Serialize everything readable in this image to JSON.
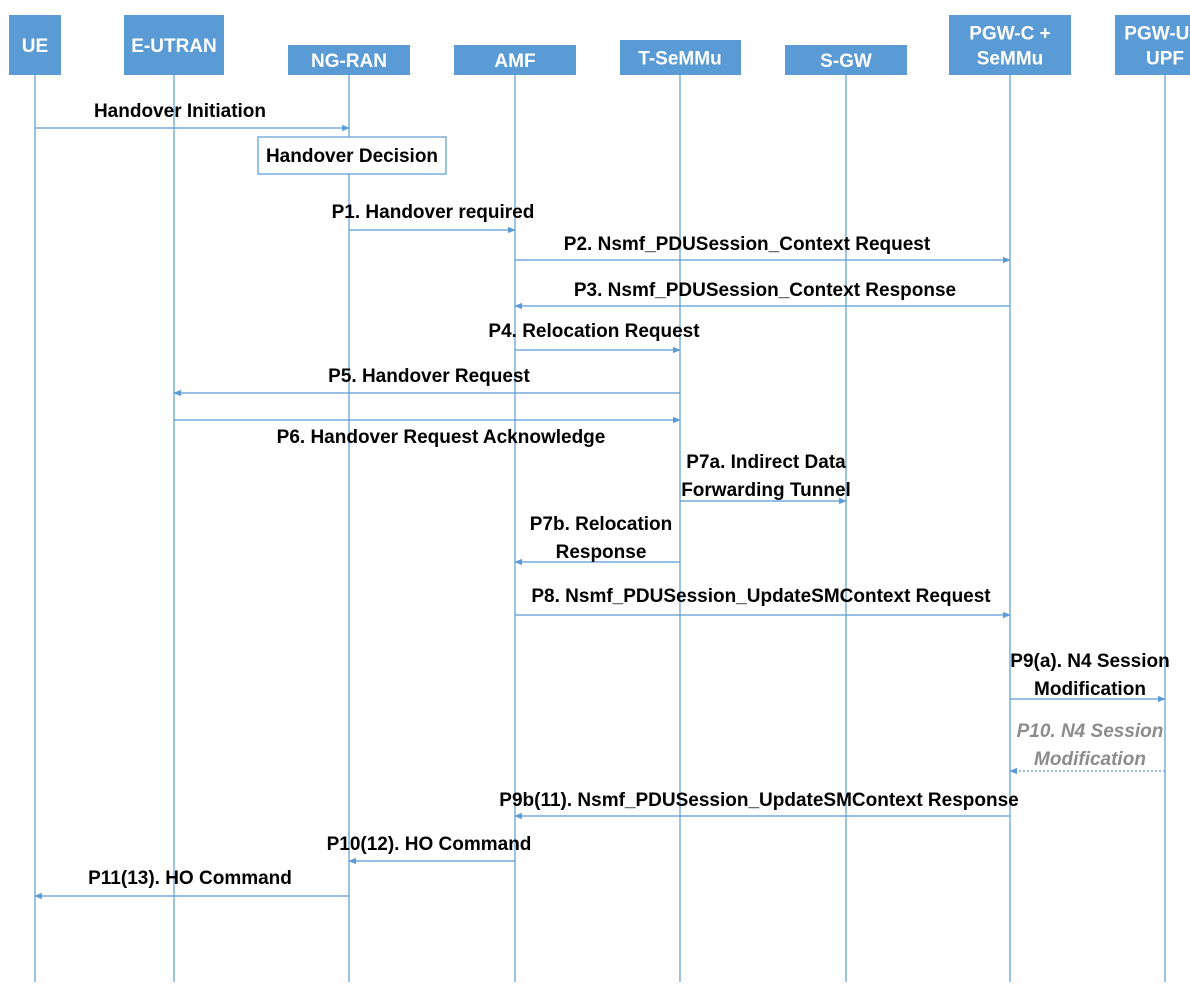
{
  "entities": [
    {
      "id": "ue",
      "lines": [
        "UE"
      ]
    },
    {
      "id": "eutran",
      "lines": [
        "E-UTRAN"
      ]
    },
    {
      "id": "ngran",
      "lines": [
        "NG-RAN"
      ]
    },
    {
      "id": "amf",
      "lines": [
        "AMF"
      ]
    },
    {
      "id": "tsemmu",
      "lines": [
        "T-SeMMu"
      ]
    },
    {
      "id": "sgw",
      "lines": [
        "S-GW"
      ]
    },
    {
      "id": "pgwc",
      "lines": [
        "PGW-C +",
        "SeMMu"
      ]
    },
    {
      "id": "pgwu",
      "lines": [
        "PGW-U +",
        "UPF"
      ]
    }
  ],
  "note": {
    "text": "Handover Decision"
  },
  "messages": [
    {
      "id": "handover-initiation",
      "from": "ue",
      "to": "ngran",
      "lines": [
        "Handover Initiation"
      ]
    },
    {
      "id": "p1",
      "from": "ngran",
      "to": "amf",
      "lines": [
        "P1. Handover required"
      ]
    },
    {
      "id": "p2",
      "from": "amf",
      "to": "pgwc",
      "lines": [
        "P2. Nsmf_PDUSession_Context Request"
      ]
    },
    {
      "id": "p3",
      "from": "pgwc",
      "to": "amf",
      "lines": [
        "P3. Nsmf_PDUSession_Context Response"
      ]
    },
    {
      "id": "p4",
      "from": "amf",
      "to": "tsemmu",
      "lines": [
        "P4. Relocation Request"
      ]
    },
    {
      "id": "p5",
      "from": "tsemmu",
      "to": "eutran",
      "lines": [
        "P5. Handover Request"
      ]
    },
    {
      "id": "p6",
      "from": "eutran",
      "to": "tsemmu",
      "lines": [
        "P6. Handover Request Acknowledge"
      ]
    },
    {
      "id": "p7a",
      "from": "tsemmu",
      "to": "sgw",
      "lines": [
        "P7a. Indirect Data",
        "Forwarding Tunnel"
      ]
    },
    {
      "id": "p7b",
      "from": "tsemmu",
      "to": "amf",
      "lines": [
        "P7b. Relocation",
        "Response"
      ]
    },
    {
      "id": "p8",
      "from": "amf",
      "to": "pgwc",
      "lines": [
        "P8. Nsmf_PDUSession_UpdateSMContext Request"
      ]
    },
    {
      "id": "p9a",
      "from": "pgwc",
      "to": "pgwu",
      "lines": [
        "P9(a). N4 Session",
        "Modification"
      ]
    },
    {
      "id": "p10",
      "from": "pgwu",
      "to": "pgwc",
      "lines": [
        "P10. N4 Session",
        "Modification"
      ],
      "dashed": true
    },
    {
      "id": "p9b",
      "from": "pgwc",
      "to": "amf",
      "lines": [
        "P9b(11). Nsmf_PDUSession_UpdateSMContext Response"
      ]
    },
    {
      "id": "p10-12",
      "from": "amf",
      "to": "ngran",
      "lines": [
        "P10(12). HO Command"
      ]
    },
    {
      "id": "p11-13",
      "from": "ngran",
      "to": "ue",
      "lines": [
        "P11(13). HO Command"
      ]
    }
  ],
  "colors": {
    "lifeline": "#5b9bd5",
    "header_fill": "#5b9bd5",
    "header_text": "#ffffff",
    "text": "#000000",
    "dashed_text": "#8c8c8c"
  }
}
